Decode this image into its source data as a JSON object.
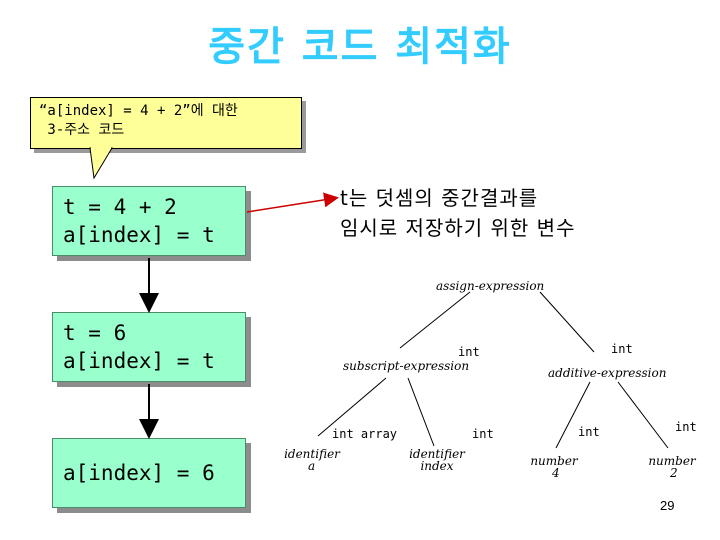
{
  "title": "중간 코드 최적화",
  "callout": {
    "line1": "“a[index] = 4 + 2”에 대한",
    "line2": " 3-주소 코드"
  },
  "code_blocks": [
    {
      "lines": [
        "t = 4 + 2",
        "a[index] = t"
      ]
    },
    {
      "lines": [
        "t = 6",
        "a[index] = t"
      ]
    },
    {
      "lines": [
        "a[index] = 6"
      ]
    }
  ],
  "note": {
    "line1": "t는 덧셈의 중간결과를",
    "line2": "임시로 저장하기 위한 변수"
  },
  "tree": {
    "root": "assign-expression",
    "subscript": {
      "label": "subscript-expression",
      "type": "int"
    },
    "additive": {
      "label": "additive-expression",
      "type": "int"
    },
    "id_a": {
      "type": "int array",
      "kind": "identifier",
      "name": "a"
    },
    "id_index": {
      "type": "int",
      "kind": "identifier",
      "name": "index"
    },
    "num_4": {
      "type": "int",
      "kind": "number",
      "value": "4"
    },
    "num_2": {
      "type": "int",
      "kind": "number",
      "value": "2"
    }
  },
  "colors": {
    "title": "#33ccff",
    "callout_bg": "#ffff99",
    "code_bg": "#99ffcc",
    "arrow": "#cc0000"
  },
  "page_number": "29"
}
